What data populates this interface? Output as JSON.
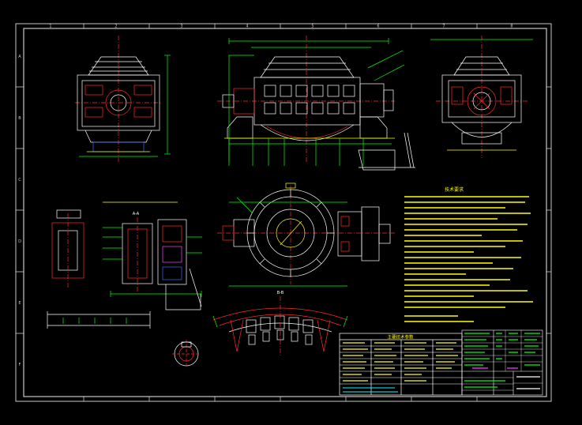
{
  "drawing": {
    "column_labels": [
      "1",
      "2",
      "3",
      "4",
      "5",
      "6",
      "7",
      "8"
    ],
    "row_labels": [
      "A",
      "B",
      "C",
      "D",
      "E",
      "F"
    ],
    "view_labels": {
      "section": "A-A",
      "detail": "B-B"
    },
    "notes_heading": "技术要求",
    "table_heading": "主要技术参数",
    "colors": {
      "background": "#000000",
      "frame": "#c8c8c8",
      "white_line": "#ffffff",
      "red": "#ff2a2a",
      "yellow": "#ffff00",
      "green": "#00ff00",
      "cyan": "#00ffff",
      "blue": "#3a6bff",
      "magenta": "#ff40ff"
    }
  }
}
